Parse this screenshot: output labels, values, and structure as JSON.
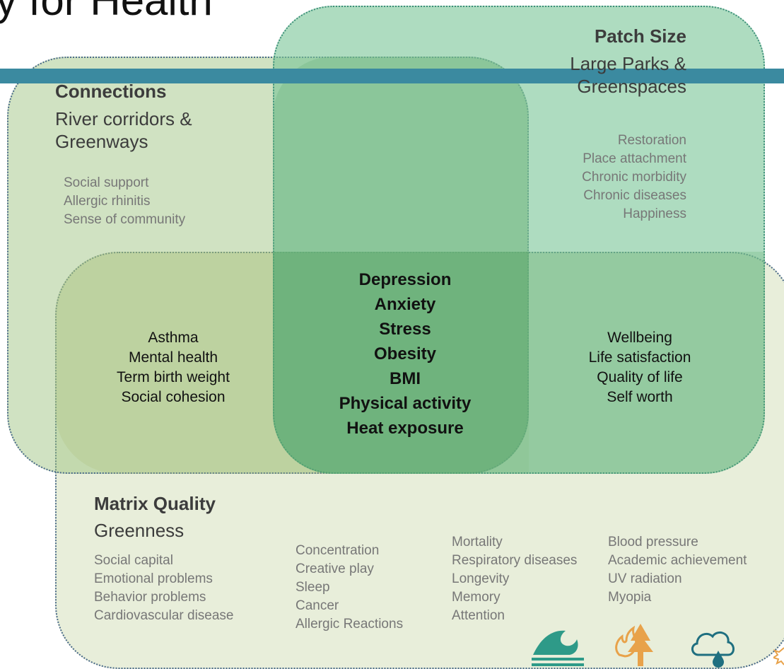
{
  "title": "y for Health",
  "patch": {
    "heading": "Patch Size",
    "subtitle": [
      "Large Parks &",
      "Greenspaces"
    ],
    "outcomes": [
      "Restoration",
      "Place attachment",
      "Chronic morbidity",
      "Chronic diseases",
      "Happiness"
    ]
  },
  "connections": {
    "heading": "Connections",
    "subtitle": [
      "River corridors &",
      "Greenways"
    ],
    "outcomes": [
      "Social support",
      "Allergic rhinitis",
      "Sense of community"
    ]
  },
  "conn_matrix": [
    "Asthma",
    "Mental health",
    "Term birth weight",
    "Social cohesion"
  ],
  "patch_matrix": [
    "Wellbeing",
    "Life satisfaction",
    "Quality of life",
    "Self worth"
  ],
  "core": [
    "Depression",
    "Anxiety",
    "Stress",
    "Obesity",
    "BMI",
    "Physical activity",
    "Heat exposure"
  ],
  "matrix": {
    "heading": "Matrix Quality",
    "subtitle": "Greenness",
    "col1": [
      "Social capital",
      "Emotional problems",
      "Behavior problems",
      "Cardiovascular disease"
    ],
    "col2": [
      "Concentration",
      "Creative play",
      "Sleep",
      "Cancer",
      "Allergic Reactions"
    ],
    "col3": [
      "Mortality",
      "Respiratory diseases",
      "Longevity",
      "Memory",
      "Attention"
    ],
    "col4": [
      "Blood pressure",
      "Academic achievement",
      "UV radiation",
      "Myopia"
    ]
  },
  "icons": [
    "wave-icon",
    "wildfire-tree-icon",
    "rain-cloud-icon",
    "sun-icon"
  ],
  "colors": {
    "bar": "#3b8aa0",
    "wave": "#2e9a88",
    "fire": "#e8a24a",
    "cloud": "#1f6f80"
  }
}
